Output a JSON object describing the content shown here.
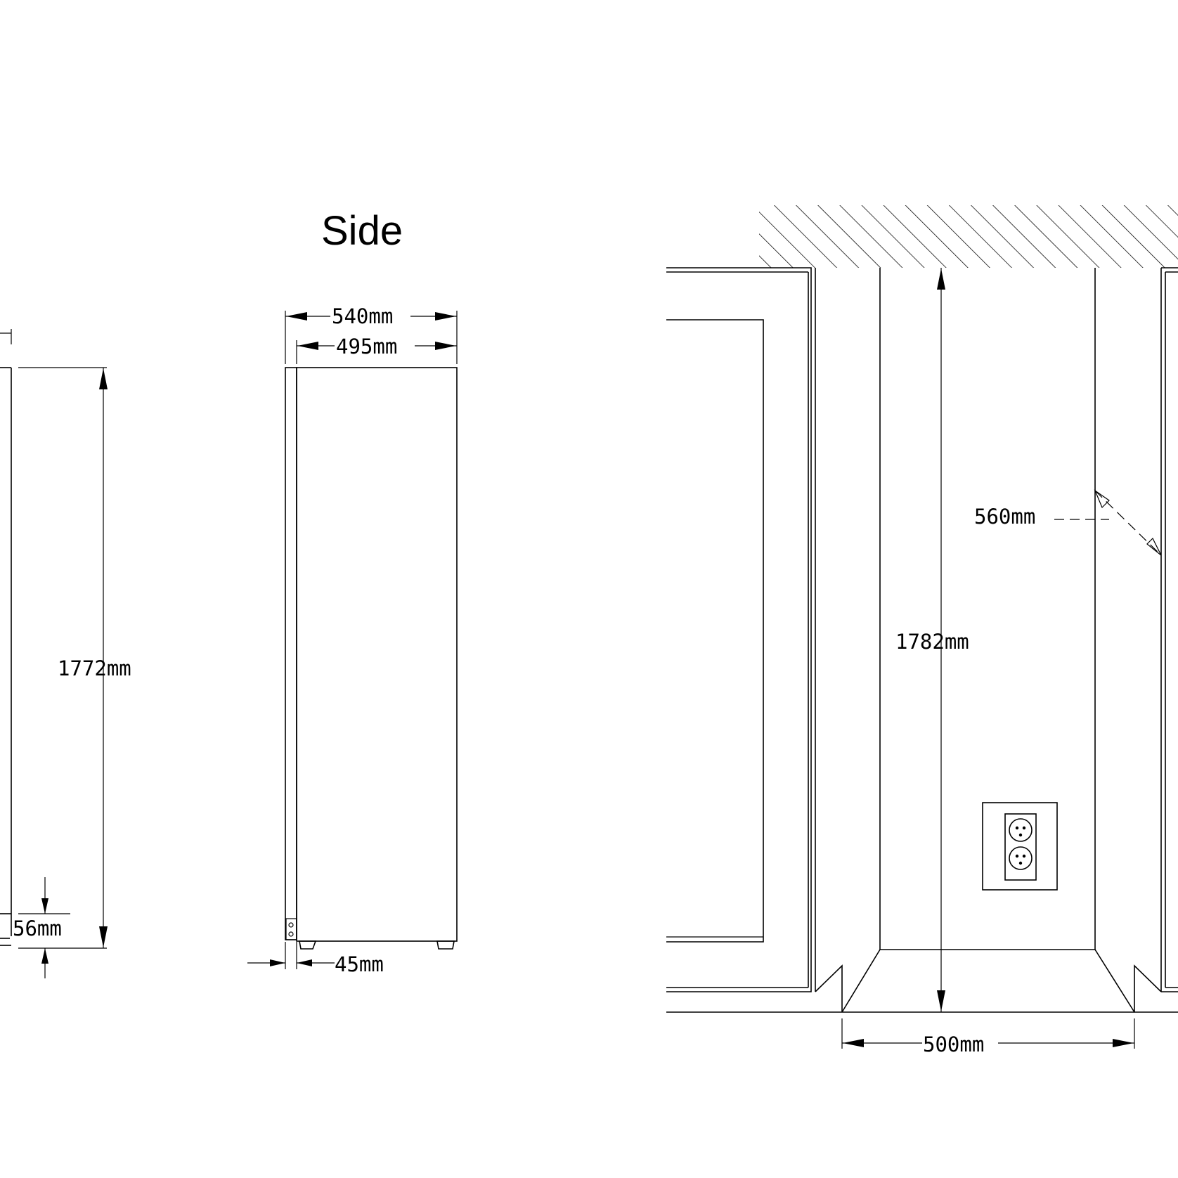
{
  "title": "Side",
  "dimensions": {
    "front_height": "1772mm",
    "front_foot": "56mm",
    "side_total_depth": "540mm",
    "side_body_depth": "495mm",
    "side_door_gap": "45mm",
    "niche_height": "1782mm",
    "niche_clearance": "560mm",
    "niche_width": "500mm"
  },
  "icons": {
    "wall_hatch": "hatch-pattern",
    "socket": "double-power-outlet-icon"
  }
}
